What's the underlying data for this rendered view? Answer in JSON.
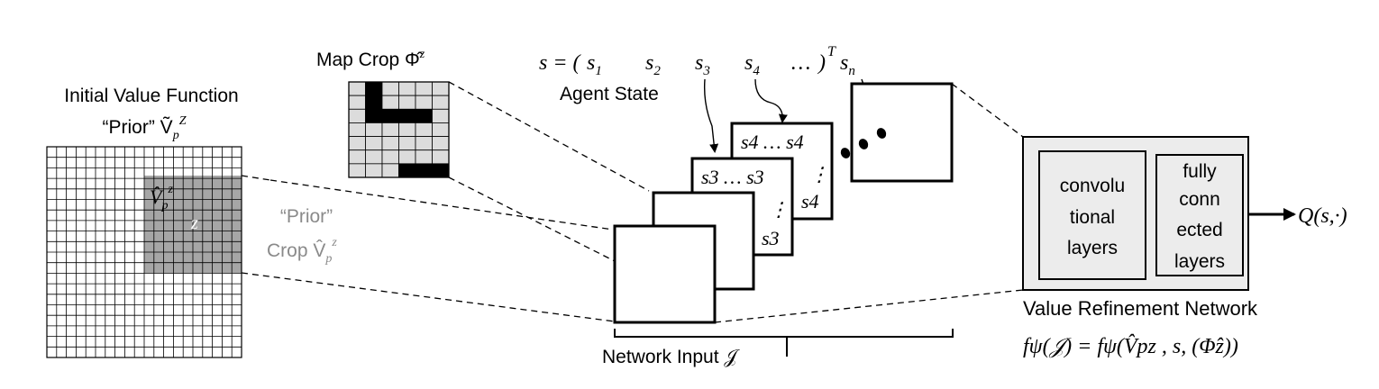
{
  "prior_grid": {
    "title_line1": "Initial Value Function",
    "title_line2": "“Prior” Ṽ",
    "title_sym_sub": "p",
    "title_sym_sup": "Z",
    "rows": 20,
    "cols": 20,
    "crop_symbol": "V̂",
    "crop_sub": "p",
    "crop_sup": "z",
    "center_label": "z",
    "fill_color": "#a6a6a6"
  },
  "prior_crop_label": {
    "line1": "“Prior”",
    "line2": "Crop V̂",
    "sub": "p",
    "sup": "z"
  },
  "map_crop": {
    "label": "Map Crop Φ̂",
    "label_sup": "z",
    "rows": 7,
    "cols": 6,
    "filled_cells": [
      [
        0,
        1
      ],
      [
        1,
        1
      ],
      [
        2,
        1
      ],
      [
        2,
        2
      ],
      [
        2,
        3
      ],
      [
        2,
        4
      ],
      [
        6,
        3
      ],
      [
        6,
        4
      ],
      [
        6,
        5
      ]
    ],
    "cell_color": "#dcdcdc",
    "filled_color": "#000000"
  },
  "state": {
    "equation_prefix": "s = (",
    "elements": [
      "s1",
      "s2",
      "s3",
      "s4",
      "…",
      "sn"
    ],
    "equation_suffix": ")",
    "transpose": "T",
    "label": "Agent State"
  },
  "stack": {
    "frame_s3": {
      "top": "s3 … s3",
      "dots": "⋮",
      "bottom": "s3"
    },
    "frame_s4": {
      "top": "s4 … s4",
      "dots": "⋮",
      "bottom": "s4"
    },
    "input_label": "Network Input 𝒥"
  },
  "network": {
    "conv_label": [
      "convolu",
      "tional",
      "layers"
    ],
    "fc_label": [
      "fully",
      "conn",
      "ected",
      "layers"
    ],
    "output": "Q(s,·)",
    "title": "Value Refinement Network",
    "formula": "fψ(𝒥) = fψ(V̂pz , s, (Φ̂z))",
    "box_fill": "#ececec"
  }
}
